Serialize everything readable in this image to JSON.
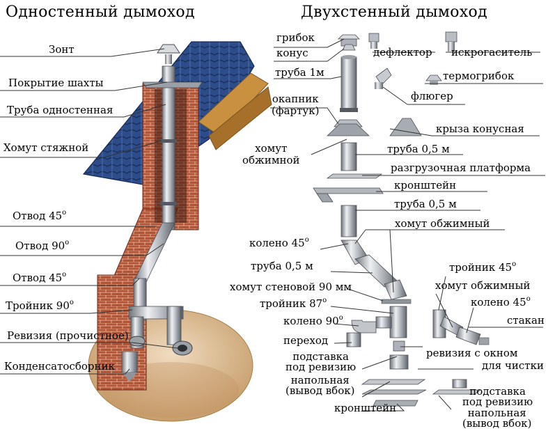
{
  "titles": {
    "single_wall": "Одностенный дымоход",
    "double_wall": "Двухстенный дымоход"
  },
  "single_wall_labels": {
    "umbrella": "Зонт",
    "shaft_cover": "Покрытие шахты",
    "single_wall_pipe": "Труба одностенная",
    "tightening_clamp": "Хомут стяжной",
    "bend_45_top": "Отвод 45",
    "bend_90": "Отвод 90",
    "bend_45_bottom": "Отвод 45",
    "tee_90": "Тройник 90",
    "inspection": "Ревизия (прочистное)",
    "condensate_collector": "Конденсатосборник",
    "degree_mark": "о"
  },
  "double_wall_labels": {
    "mushroom": "грибок",
    "cone": "конус",
    "deflector": "дефлектор",
    "spark_arrester": "искрогаситель",
    "pipe_1m": "труба 1м",
    "thermo_mushroom": "термогрибок",
    "drip_edge_line1": "окапник",
    "drip_edge_line2": "(фартук)",
    "weather_vane": "флюгер",
    "conical_roof_flashing": "крыза конусная",
    "crimp_clamp_line1": "хомут",
    "crimp_clamp_line2": "обжимной",
    "pipe_05m_1": "труба 0,5 м",
    "unloading_platform": "разгрузочная платформа",
    "bracket_1": "кронштейн",
    "pipe_05m_2": "труба 0,5 м",
    "crimp_clamp_2": "хомут обжимный",
    "elbow_45": "колено 45",
    "pipe_05m_3": "труба 0,5 м",
    "wall_clamp_90": "хомут стеновой 90 мм",
    "tee_87": "тройник 87",
    "elbow_90": "колено 90",
    "adapter": "переход",
    "inspection_stand_line1": "подставка",
    "inspection_stand_line2": "под ревизию",
    "floor_side_outlet_line1": "напольная",
    "floor_side_outlet_line2": "(вывод вбок)",
    "bracket_2": "кронштейн",
    "tee_45": "тройник 45",
    "crimp_clamp_3": "хомут обжимный",
    "elbow_45_right": "колено 45",
    "sleeve": "стакан",
    "inspection_window_line1": "ревизия с окном",
    "inspection_window_line2": "для чистки",
    "inspection_stand_r_line1": "подставка",
    "inspection_stand_r_line2": "под ревизию",
    "floor_side_outlet_r_line1": "напольная",
    "floor_side_outlet_r_line2": "(вывод вбок)",
    "degree_mark": "о"
  },
  "colors": {
    "brick": "#b5523a",
    "brick_dark": "#7a3022",
    "roof_tile": "#2e4f8c",
    "steel": "#c9ccd1",
    "steel_dark": "#7d8289",
    "insulation": "#d9c9a3",
    "ground": "#d6b58a",
    "wood": "#c8903f"
  }
}
